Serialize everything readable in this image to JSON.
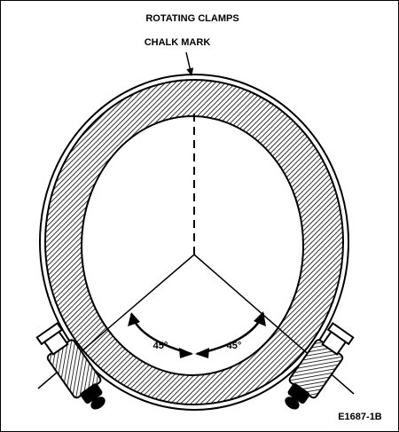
{
  "figure": {
    "title": "ROTATING CLAMPS",
    "callout": "CHALK MARK",
    "angle_left": "45°",
    "angle_right": "45°",
    "figure_id": "E1687-1B"
  }
}
